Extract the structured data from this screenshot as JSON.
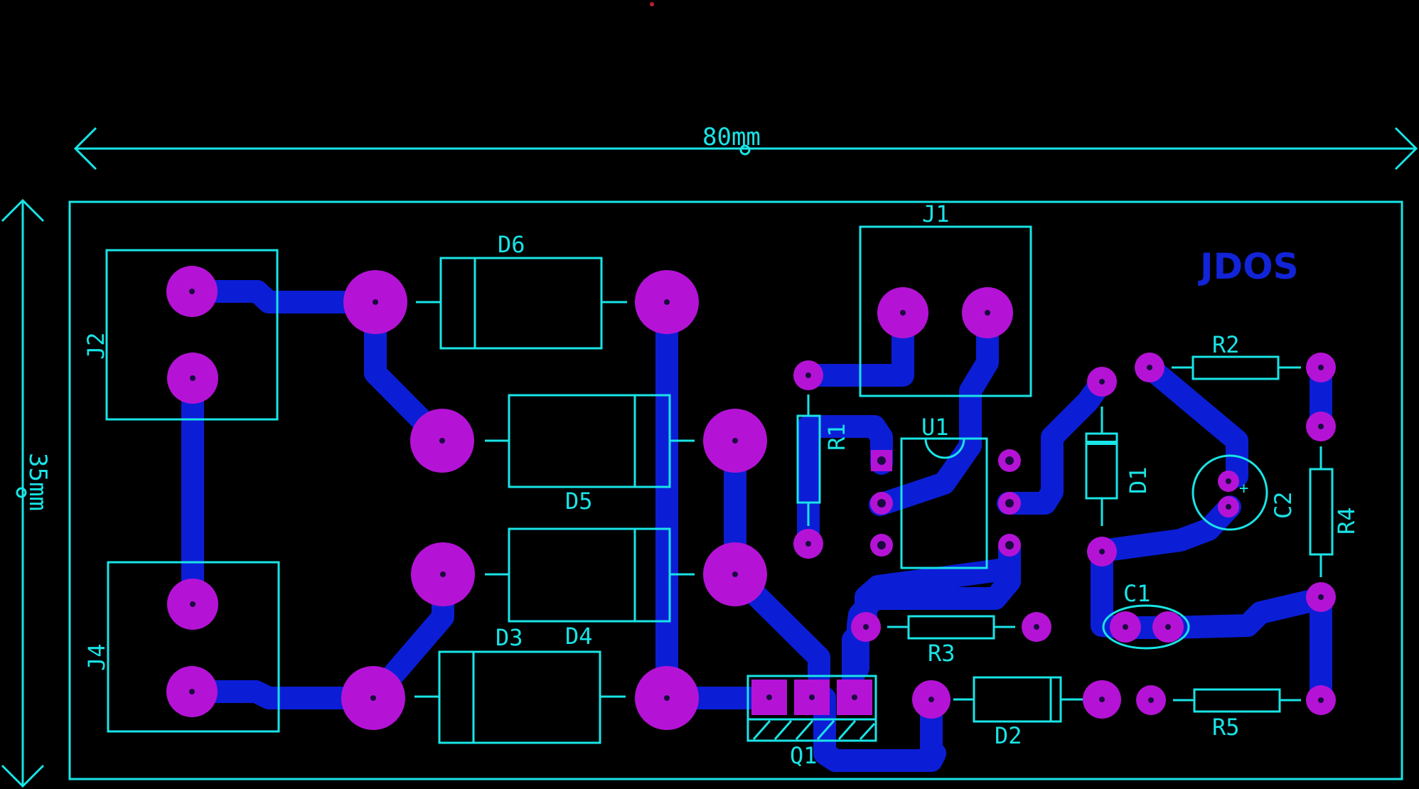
{
  "board": {
    "width_dim_label": "80mm",
    "height_dim_label": "35mm",
    "logo_text": "JDOS"
  },
  "colors": {
    "background": "#000000",
    "silkscreen": "#19E4E6",
    "copper_trace": "#0B1ED6",
    "pad": "#B413D6"
  },
  "components": {
    "J1": "J1",
    "J2": "J2",
    "J4": "J4",
    "D1": "D1",
    "D2": "D2",
    "D3": "D3",
    "D4": "D4",
    "D5": "D5",
    "D6": "D6",
    "R1": "R1",
    "R2": "R2",
    "R3": "R3",
    "R4": "R4",
    "R5": "R5",
    "C1": "C1",
    "C2": "C2",
    "U1": "U1",
    "Q1": "Q1",
    "C2_polarity": "+"
  }
}
